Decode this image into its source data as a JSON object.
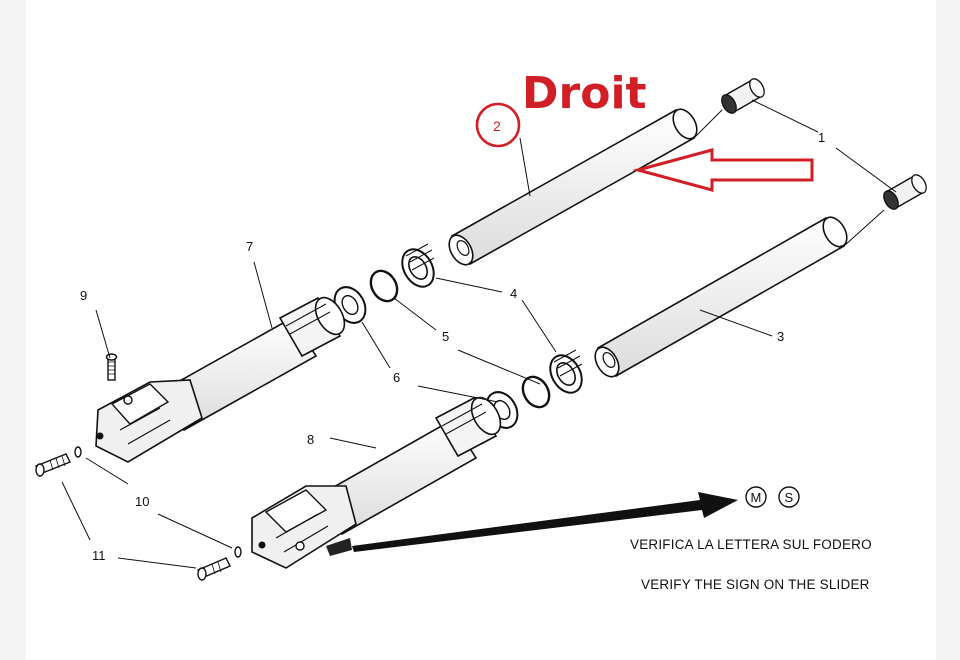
{
  "diagram": {
    "part_labels": {
      "p1": "1",
      "p2": "2",
      "p3": "3",
      "p4": "4",
      "p5": "5",
      "p6": "6",
      "p7": "7",
      "p8": "8",
      "p9": "9",
      "p10": "10",
      "p11": "11"
    },
    "annotation": {
      "side_label": "Droit",
      "circled_number": "2",
      "color": "#d21e25"
    },
    "marks": {
      "m": "M",
      "s": "S"
    },
    "notes": {
      "italian": "VERIFICA LA LETTERA SUL FODERO",
      "english": "VERIFY THE SIGN ON THE SLIDER"
    }
  }
}
